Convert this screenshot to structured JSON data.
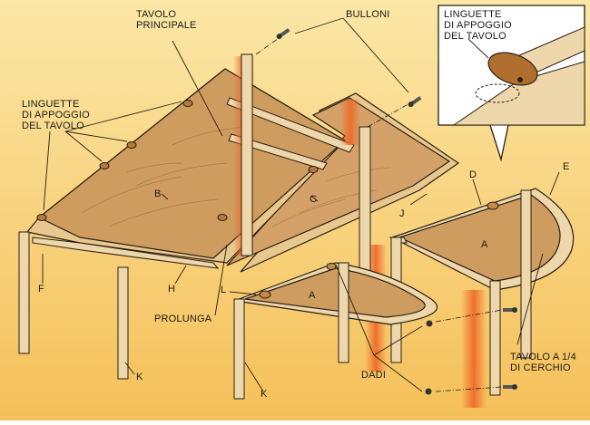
{
  "colors": {
    "background_top": "#fbe49a",
    "background_bottom": "#f6c35c",
    "wood_top": "#d9aa72",
    "wood_light": "#efd7ac",
    "wood_edge": "#e8c88f",
    "plywood": "#c99a64",
    "glow": "#ef6a2a",
    "outline": "#2a1f14"
  },
  "labels": {
    "tavolo_principale": "TAVOLO\nPRINCIPALE",
    "bulloni": "BULLONI",
    "linguette_inset": "LINGUETTE\nDI APPOGGIO\nDEL TAVOLO",
    "linguette_left": "LINGUETTE\nDI APPOGGIO\nDEL TAVOLO",
    "prolunga": "PROLUNGA",
    "dadi": "DADI",
    "tavolo_quarto": "TAVOLO A 1/4\nDI CERCHIO"
  },
  "parts": {
    "A1": "A",
    "A2": "A",
    "B": "B",
    "C": "C",
    "D": "D",
    "E": "E",
    "F": "F",
    "H": "H",
    "J": "J",
    "K1": "K",
    "K2": "K",
    "L": "L"
  }
}
